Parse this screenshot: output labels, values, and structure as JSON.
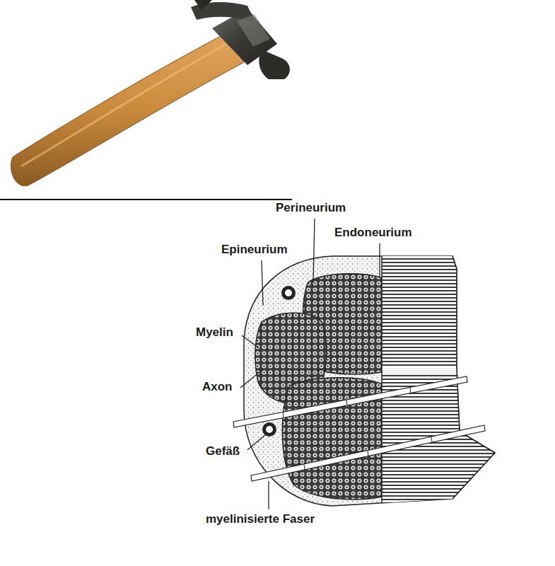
{
  "diagram": {
    "labels": [
      "Perineurium",
      "Endoneurium",
      "Epineurium",
      "Myelin",
      "Axon",
      "Gefäß",
      "myelinisierte Faser"
    ]
  }
}
